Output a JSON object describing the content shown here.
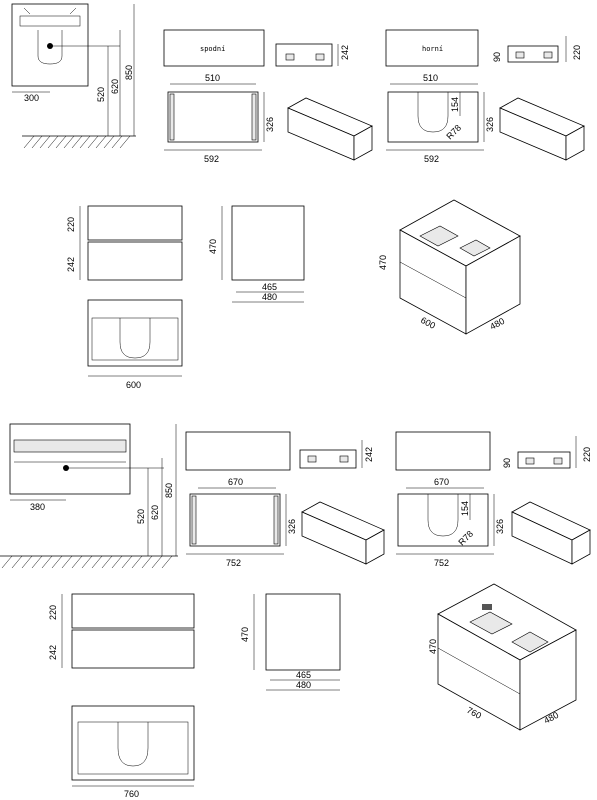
{
  "labels": {
    "lower_drawer": "spodní",
    "upper_drawer": "horní"
  },
  "set600": {
    "side_total": "850",
    "side_620": "620",
    "side_520": "520",
    "side_300": "300",
    "lower_w": "510",
    "lower_h": "326",
    "lower_total": "592",
    "lower_side": "242",
    "upper_w": "510",
    "upper_h": "326",
    "upper_total": "592",
    "upper_154": "154",
    "upper_radius": "R78",
    "upper_90": "90",
    "upper_220": "220",
    "front_220": "220",
    "front_242": "242",
    "side_h": "470",
    "side_465": "465",
    "side_480": "480",
    "iso_h": "470",
    "iso_w": "600",
    "iso_d": "480",
    "top_w": "600"
  },
  "set760": {
    "side_total": "850",
    "side_620": "620",
    "side_520": "520",
    "side_380": "380",
    "lower_w": "670",
    "lower_h": "326",
    "lower_total": "752",
    "lower_side": "242",
    "upper_w": "670",
    "upper_h": "326",
    "upper_total": "752",
    "upper_154": "154",
    "upper_radius": "R78",
    "upper_90": "90",
    "upper_220": "220",
    "front_220": "220",
    "front_242": "242",
    "side_h": "470",
    "side_465": "465",
    "side_480": "480",
    "iso_h": "470",
    "iso_w": "760",
    "iso_d": "480",
    "top_w": "760"
  }
}
